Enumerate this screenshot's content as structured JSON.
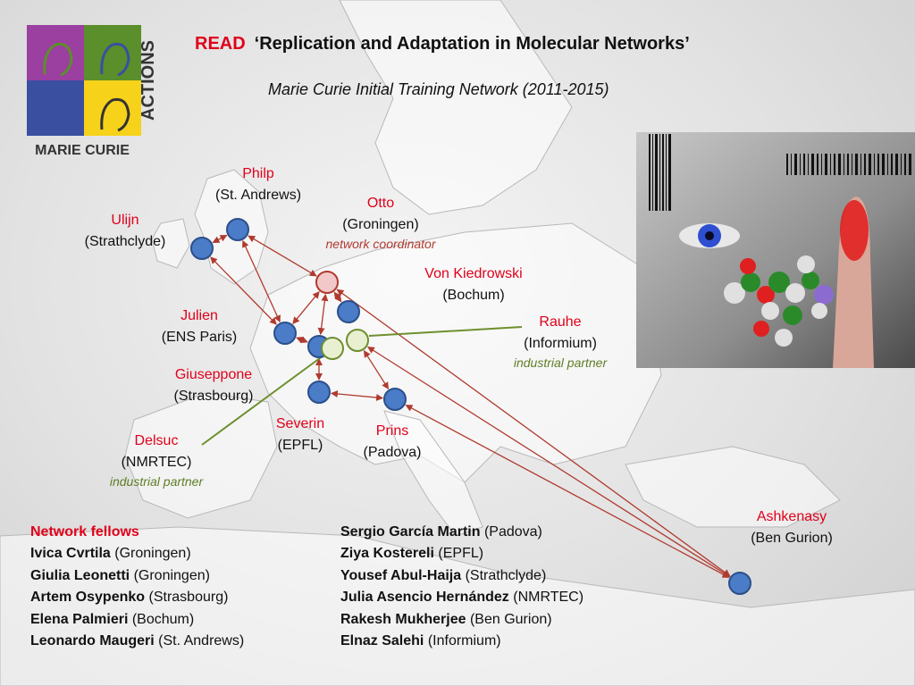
{
  "header": {
    "title_prefix": "READ",
    "title": "‘Replication and Adaptation in Molecular Networks’",
    "subtitle": "Marie Curie Initial Training Network (2011-2015)"
  },
  "logo": {
    "text_actions": "ACTIONS",
    "text_bottom": "MARIE CURIE",
    "colors": [
      "#9b3fa0",
      "#5a8f2b",
      "#3a4fa0",
      "#f6d21a"
    ]
  },
  "partners": [
    {
      "id": "philp",
      "name": "Philp",
      "institution": "(St. Andrews)",
      "role": ""
    },
    {
      "id": "ulijn",
      "name": "Ulijn",
      "institution": "(Strathclyde)",
      "role": ""
    },
    {
      "id": "otto",
      "name": "Otto",
      "institution": "(Groningen)",
      "role": "network coordinator"
    },
    {
      "id": "vonkiedrowski",
      "name": "Von Kiedrowski",
      "institution": "(Bochum)",
      "role": ""
    },
    {
      "id": "rauhe",
      "name": "Rauhe",
      "institution": "(Informium)",
      "role": "industrial partner"
    },
    {
      "id": "julien",
      "name": "Julien",
      "institution": "(ENS Paris)",
      "role": ""
    },
    {
      "id": "giuseppone",
      "name": "Giuseppone",
      "institution": "(Strasbourg)",
      "role": ""
    },
    {
      "id": "severin",
      "name": "Severin",
      "institution": "(EPFL)",
      "role": ""
    },
    {
      "id": "prins",
      "name": "Prins",
      "institution": "(Padova)",
      "role": ""
    },
    {
      "id": "delsuc",
      "name": "Delsuc",
      "institution": "(NMRTEC)",
      "role": "industrial partner"
    },
    {
      "id": "ashkenasy",
      "name": "Ashkenasy",
      "institution": "(Ben Gurion)",
      "role": ""
    }
  ],
  "fellows": {
    "heading": "Network fellows",
    "left": [
      {
        "name": "Ivica Cvrtila",
        "site": "(Groningen)"
      },
      {
        "name": "Giulia Leonetti",
        "site": "(Groningen)"
      },
      {
        "name": "Artem Osypenko",
        "site": "(Strasbourg)"
      },
      {
        "name": "Elena Palmieri",
        "site": "(Bochum)"
      },
      {
        "name": "Leonardo Maugeri",
        "site": "(St. Andrews)"
      }
    ],
    "right": [
      {
        "name": "Sergio García Martin",
        "site": "(Padova)"
      },
      {
        "name": "Ziya Kostereli",
        "site": "(EPFL)"
      },
      {
        "name": "Yousef Abul-Haija",
        "site": "(Strathclyde)"
      },
      {
        "name": "Julia Asencio Hernández",
        "site": "(NMRTEC)"
      },
      {
        "name": "Rakesh Mukherjee",
        "site": "(Ben Gurion)"
      },
      {
        "name": "Elnaz Salehi",
        "site": "(Informium)"
      }
    ]
  },
  "colors": {
    "accent_red": "#e0001a",
    "node_blue": "#4a7cc7",
    "node_coordinator": "#f3c8c8",
    "node_industrial": "#e9f0d2",
    "link_academic": "#b03a2e",
    "link_industrial": "#6e8f2e"
  }
}
